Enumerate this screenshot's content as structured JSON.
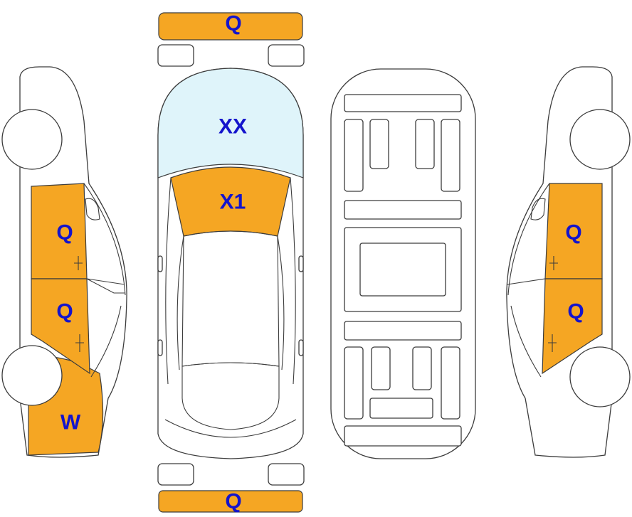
{
  "colors": {
    "damage_fill": "#f5a623",
    "glass_fill": "#dff4fa",
    "label_color": "#1414cc",
    "outline": "#3c3c3c"
  },
  "zones": {
    "front_bumper": "Q",
    "windshield": "XX",
    "hood": "X1",
    "left_front_door": "Q",
    "left_rear_door": "Q",
    "left_rear_fender": "W",
    "right_front_door": "Q",
    "right_rear_door": "Q",
    "rear_bumper": "Q"
  }
}
